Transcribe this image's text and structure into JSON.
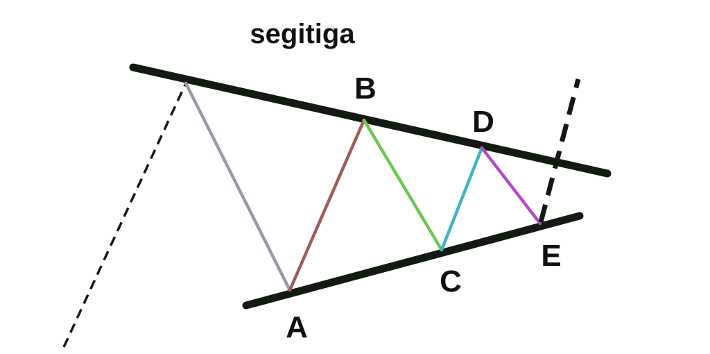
{
  "title": "segitiga",
  "points": {
    "a": "A",
    "b": "B",
    "c": "C",
    "d": "D",
    "e": "E"
  },
  "colors": {
    "trendline": "#121a12",
    "leg_peak_to_a": "#9a98a4",
    "leg_a_to_b": "#9a5e55",
    "leg_b_to_c": "#6cc84e",
    "leg_c_to_d": "#3fb4c4",
    "leg_d_to_e": "#b24cc4"
  }
}
